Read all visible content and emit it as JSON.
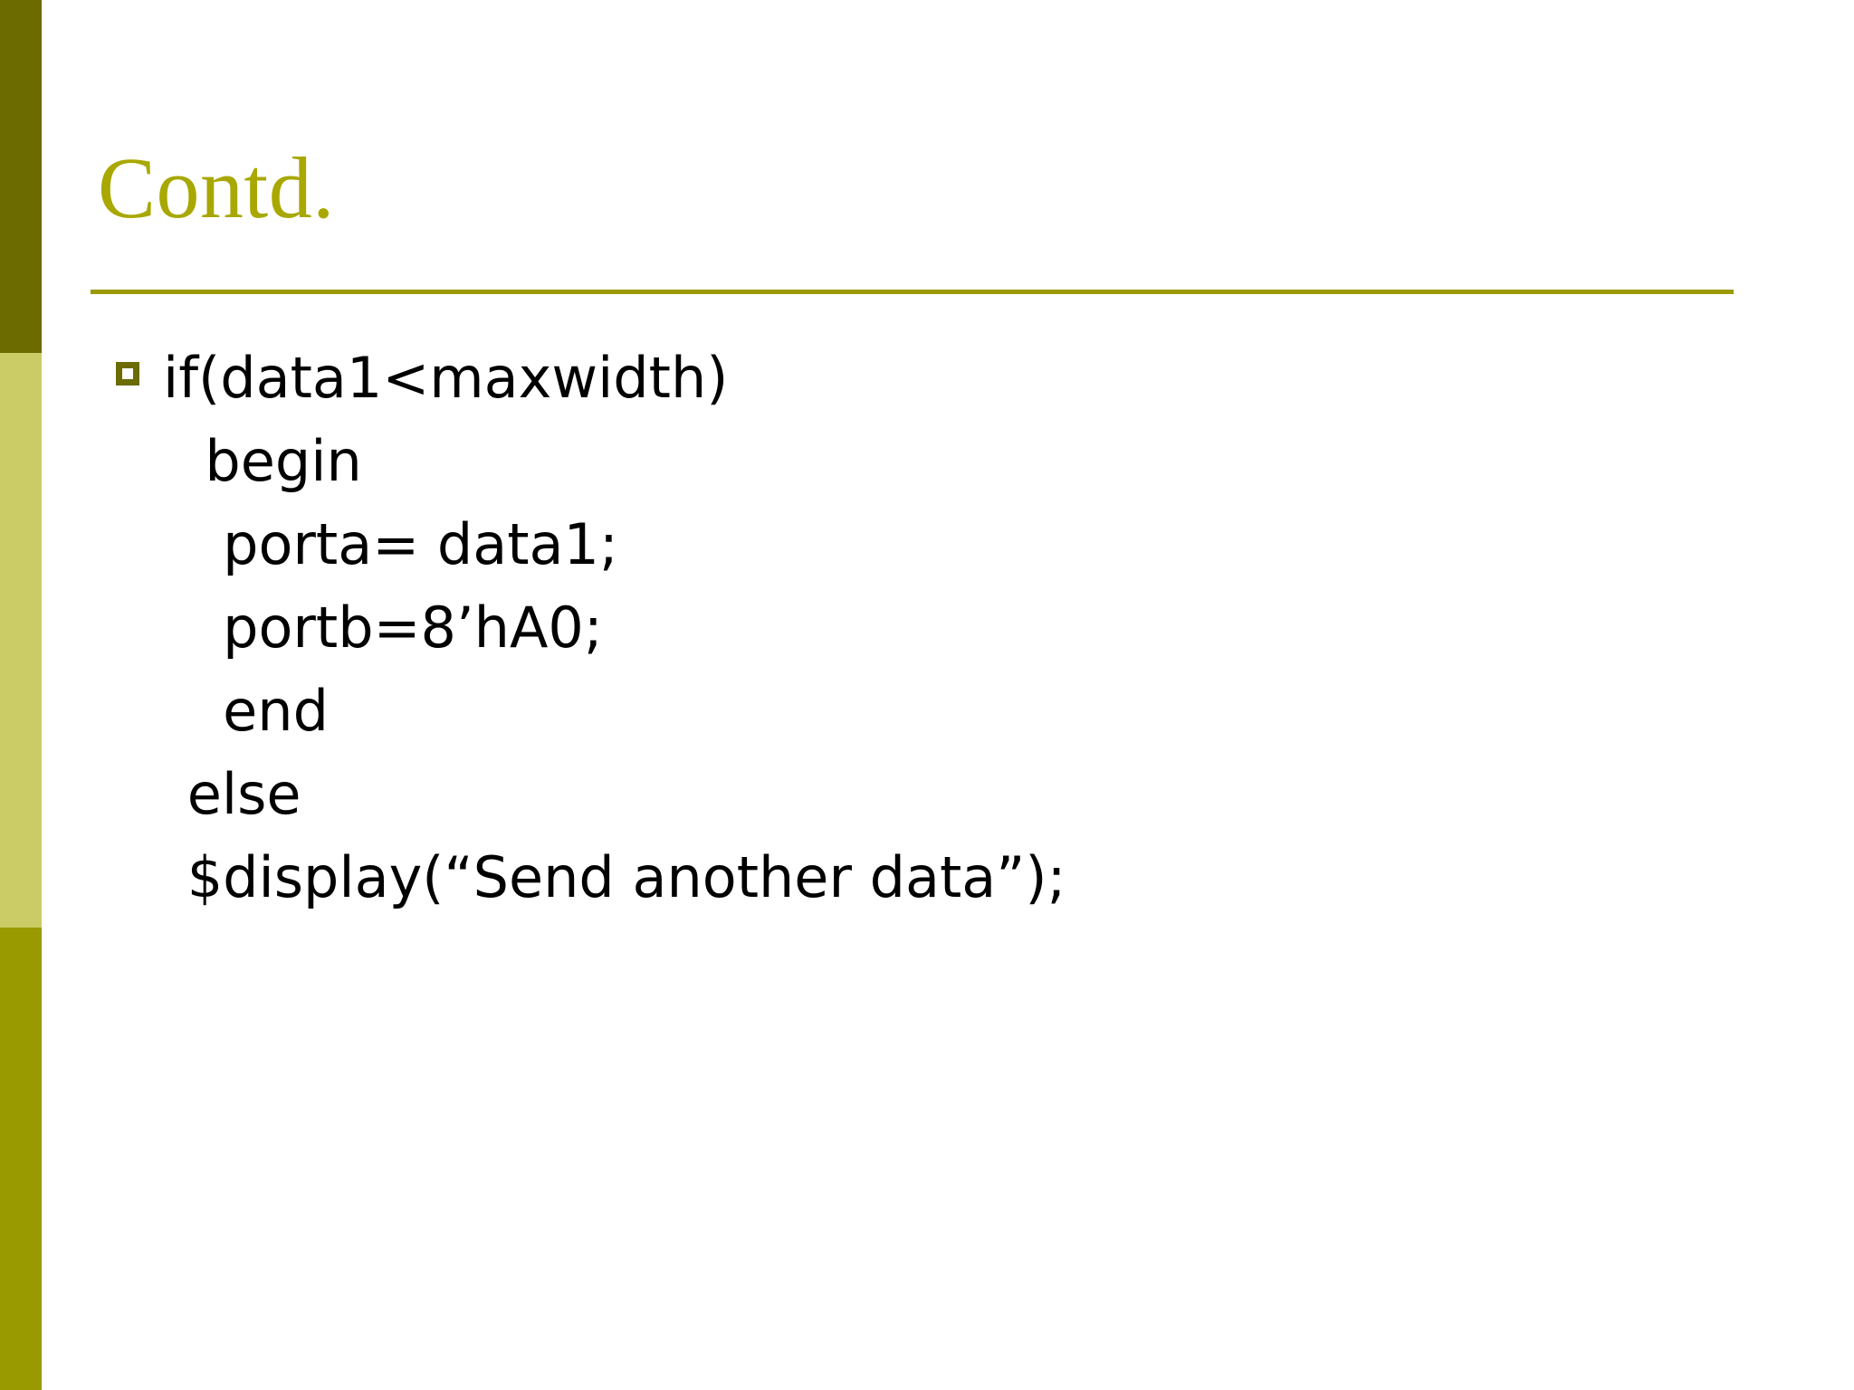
{
  "slide": {
    "title": "Contd.",
    "title_color": "#a8a800",
    "rule_color": "#9a9a05",
    "background": "#ffffff",
    "text_color": "#000000",
    "side_bands": [
      {
        "name": "top",
        "color": "#6b6b00"
      },
      {
        "name": "middle",
        "color": "#cccc66"
      },
      {
        "name": "bottom",
        "color": "#999900"
      }
    ],
    "bullet": {
      "glyph": "hollow-square",
      "color": "#6b6b00"
    },
    "body_lines": [
      {
        "bulleted": true,
        "text": "if(data1<maxwidth)"
      },
      {
        "bulleted": false,
        "text": "  begin"
      },
      {
        "bulleted": false,
        "text": "   porta= data1;"
      },
      {
        "bulleted": false,
        "text": "   portb=8’hA0;"
      },
      {
        "bulleted": false,
        "text": "   end"
      },
      {
        "bulleted": false,
        "text": " else"
      },
      {
        "bulleted": false,
        "text": " $display(“Send another data”);"
      }
    ]
  }
}
